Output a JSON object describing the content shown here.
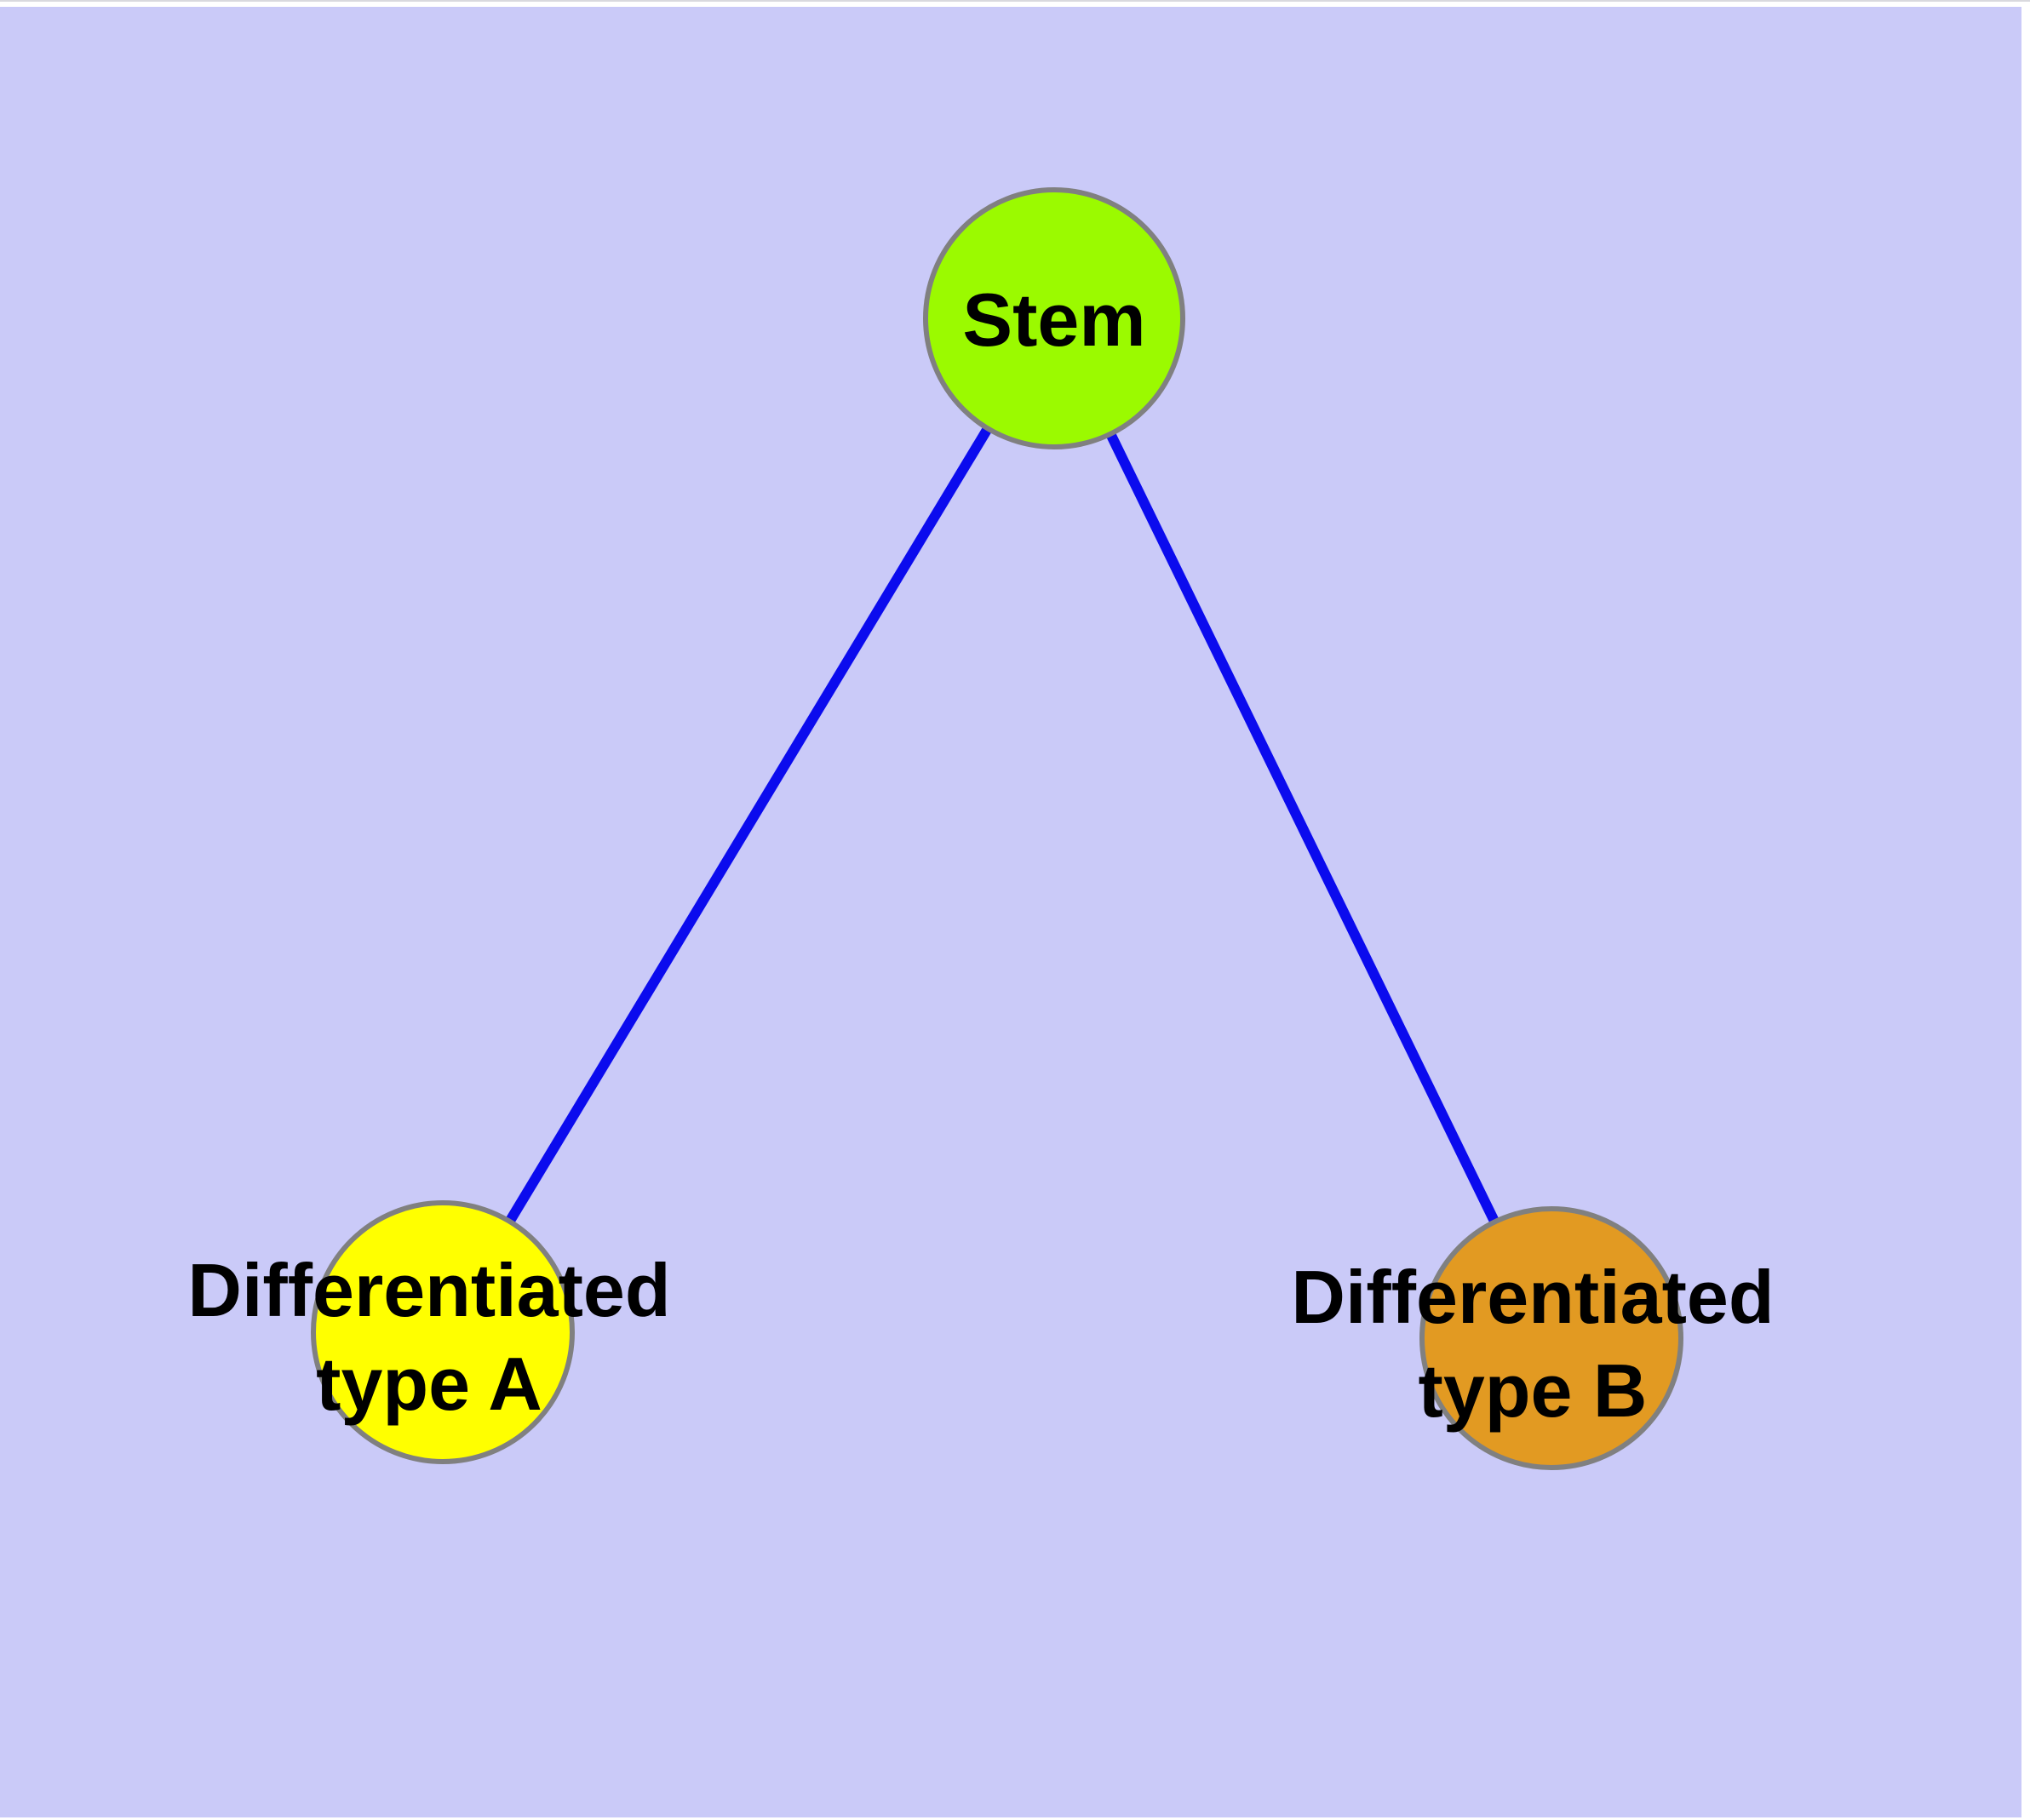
{
  "diagram": {
    "background_color": "#cacaf8",
    "page_border_color": "#ffffff",
    "edge_color": "#0b0bee",
    "node_border_color": "#808080",
    "text_color": "#000000",
    "nodes": [
      {
        "id": "stem",
        "label_lines": [
          "Stem"
        ],
        "fill": "#9bfa00"
      },
      {
        "id": "differentiated-type-a",
        "label_lines": [
          "Differentiated",
          "type A"
        ],
        "fill": "#ffff00"
      },
      {
        "id": "differentiated-type-b",
        "label_lines": [
          "Differentiated",
          "type B"
        ],
        "fill": "#e29a22"
      }
    ],
    "edges": [
      {
        "from": "stem",
        "to": "differentiated-type-a"
      },
      {
        "from": "stem",
        "to": "differentiated-type-b"
      }
    ]
  }
}
